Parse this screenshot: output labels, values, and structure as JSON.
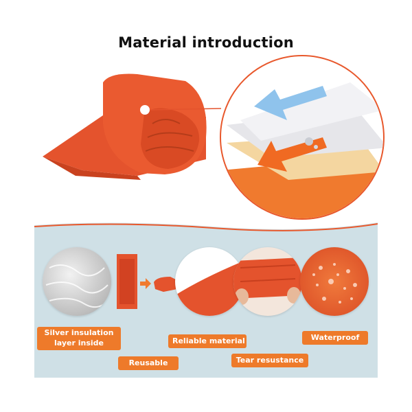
{
  "header": {
    "title": "Material introduction"
  },
  "features": [
    {
      "label": "Silver insulation layer inside",
      "icon": "silver-foil-icon"
    },
    {
      "label": "Reusable",
      "icon": "reusable-fold-icon"
    },
    {
      "label": "Reliable material",
      "icon": "orange-sheet-icon"
    },
    {
      "label": "Tear resustance",
      "icon": "tear-stretch-icon"
    },
    {
      "label": "Waterproof",
      "icon": "water-droplets-icon"
    }
  ],
  "colors": {
    "accent": "#ee7a2a",
    "product": "#e8502c",
    "panel": "#cfe0e6",
    "arrow_blue": "#8fc3ec"
  }
}
